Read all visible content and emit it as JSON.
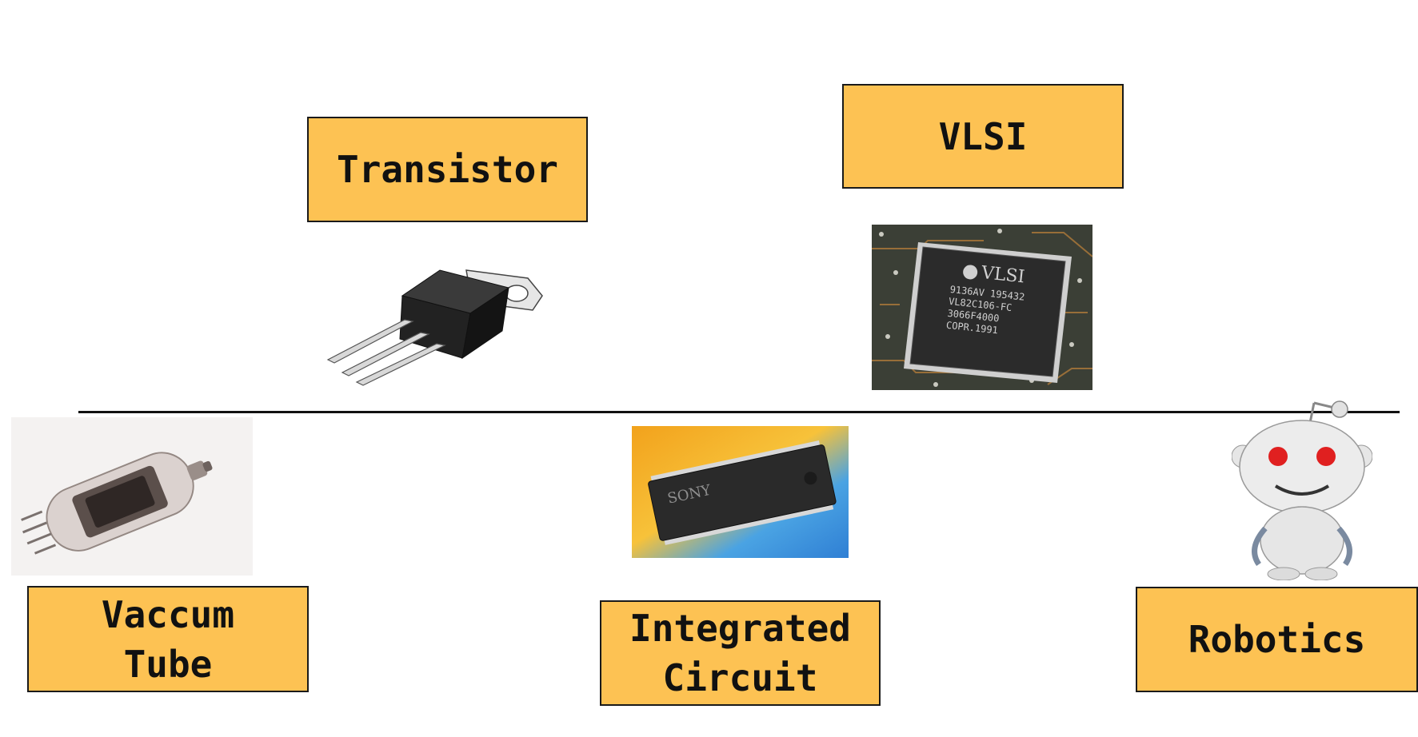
{
  "timeline": {
    "eras": [
      {
        "id": "vaccum-tube",
        "label": "Vaccum\nTube",
        "position": "below"
      },
      {
        "id": "transistor",
        "label": "Transistor",
        "position": "above"
      },
      {
        "id": "integrated-circuit",
        "label": "Integrated\nCircuit",
        "position": "below"
      },
      {
        "id": "vlsi",
        "label": "VLSI",
        "position": "above"
      },
      {
        "id": "robotics",
        "label": "Robotics",
        "position": "below"
      }
    ]
  },
  "images": {
    "ic_chip_text": [
      "SONY"
    ],
    "vlsi_chip_text": [
      "VLSI",
      "9136AV  195432",
      "VL82C106-FC",
      "3066F4000",
      "COPR.1991"
    ]
  },
  "colors": {
    "label_fill": "#FDC253",
    "label_border": "#1a1a1a",
    "timeline": "#111111"
  }
}
